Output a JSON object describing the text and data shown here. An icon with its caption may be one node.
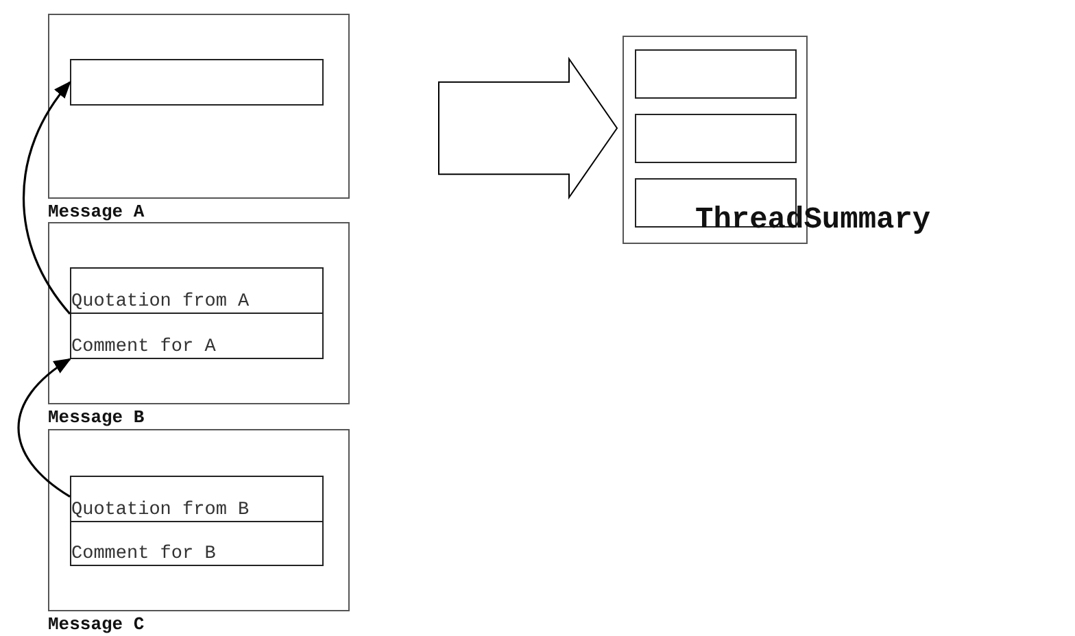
{
  "diagram": {
    "nodes": [
      {
        "text": [
          "Message A"
        ]
      },
      {
        "text": [],
        "shape": "box",
        "in": 0
      },
      {
        "text": [
          "Message B"
        ]
      },
      {
        "text": [
          "Quotation from A"
        ],
        "in": 2
      },
      {
        "text": [
          "Comment for A"
        ],
        "in": 2
      },
      {
        "text": [
          "Message C"
        ]
      },
      {
        "text": [
          "Quotation from B"
        ],
        "in": 5
      },
      {
        "text": [
          "Comment for B"
        ],
        "in": 5
      },
      {
        "text": [
          "ThreadSummary"
        ]
      },
      {
        "text": [],
        "shape": "box",
        "in": 8
      },
      {
        "text": [],
        "shape": "box",
        "in": 8
      },
      {
        "text": [],
        "shape": "box",
        "in": 8
      }
    ],
    "edges": [
      {
        "from": 3,
        "to": 1,
        "arrow": "to"
      },
      {
        "from": 6,
        "to": 4,
        "arrow": "to"
      },
      {
        "from": null,
        "to": 8,
        "arrow": "to",
        "style": "thick"
      }
    ]
  }
}
